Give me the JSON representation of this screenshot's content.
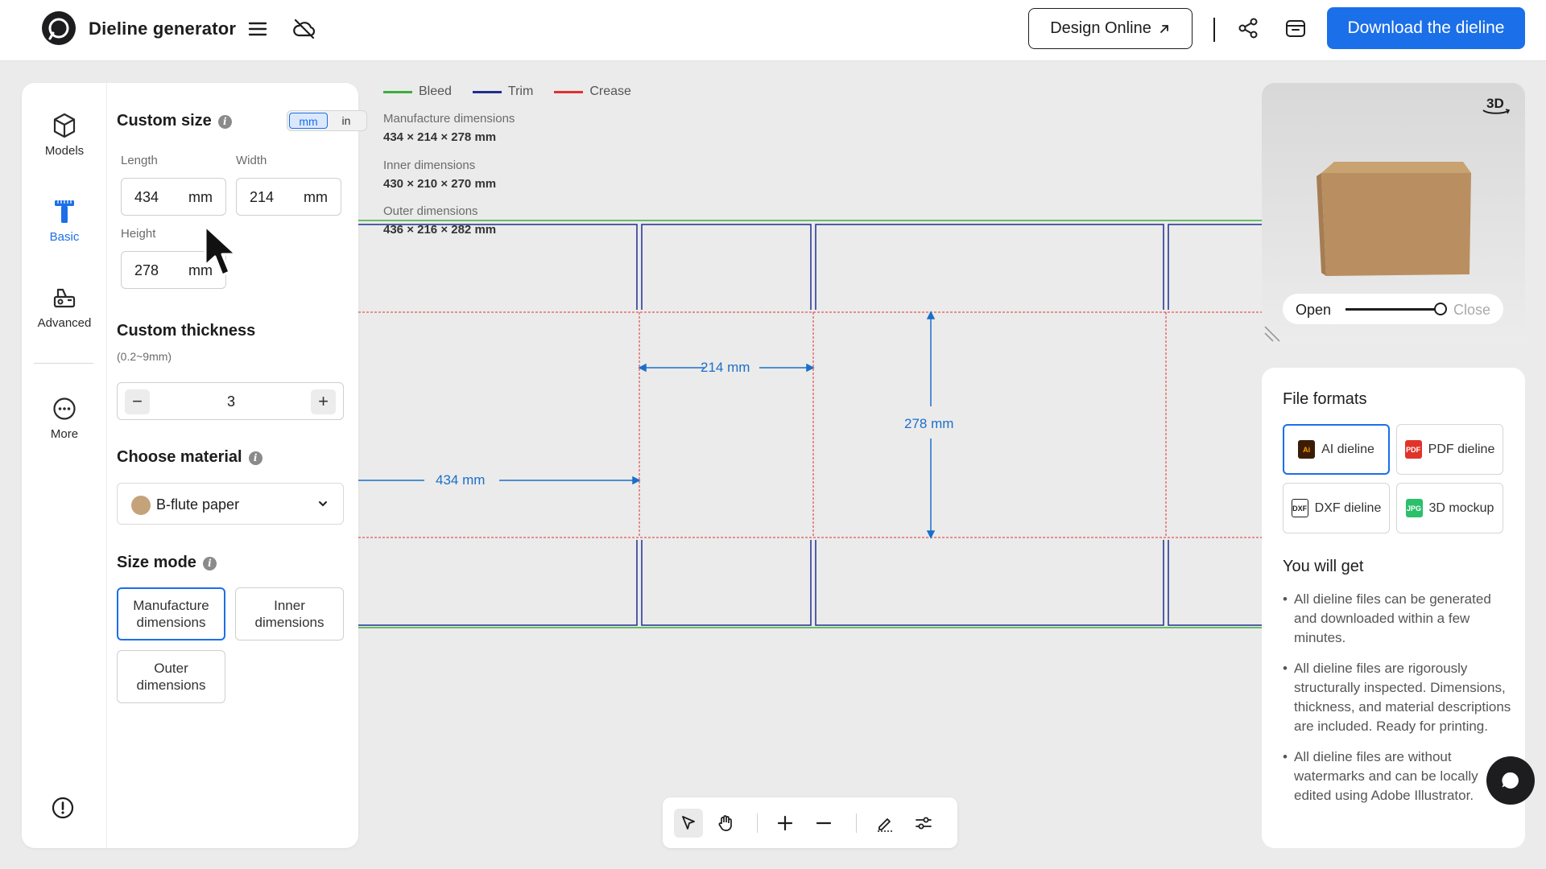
{
  "header": {
    "title": "Dieline generator",
    "design_online": "Design Online",
    "download": "Download the dieline"
  },
  "nav": {
    "items": [
      {
        "label": "Models",
        "icon": "cube-icon"
      },
      {
        "label": "Basic",
        "icon": "ruler-icon",
        "active": true
      },
      {
        "label": "Advanced",
        "icon": "tools-icon"
      },
      {
        "label": "More",
        "icon": "more-icon"
      }
    ]
  },
  "custom_size": {
    "title": "Custom size",
    "units": [
      "mm",
      "in"
    ],
    "active_unit": "mm",
    "length_label": "Length",
    "length_value": "434",
    "length_unit": "mm",
    "width_label": "Width",
    "width_value": "214",
    "width_unit": "mm",
    "height_label": "Height",
    "height_value": "278",
    "height_unit": "mm"
  },
  "thickness": {
    "title": "Custom thickness",
    "range": "(0.2~9mm)",
    "value": "3",
    "minus": "−",
    "plus": "+"
  },
  "material": {
    "title": "Choose material",
    "selected": "B-flute paper",
    "swatch_color": "#c4a37a"
  },
  "size_mode": {
    "title": "Size mode",
    "options": [
      "Manufacture dimensions",
      "Inner dimensions",
      "Outer dimensions"
    ],
    "selected": "Manufacture dimensions"
  },
  "legend": {
    "bleed": "Bleed",
    "trim": "Trim",
    "crease": "Crease",
    "bleed_color": "#3cae3c",
    "trim_color": "#1f2f8f",
    "crease_color": "#e03030"
  },
  "dimensions": {
    "manufacture_label": "Manufacture dimensions",
    "manufacture_value": "434 × 214 × 278 mm",
    "inner_label": "Inner dimensions",
    "inner_value": "430 × 210 × 270 mm",
    "outer_label": "Outer dimensions",
    "outer_value": "436 × 216 × 282 mm"
  },
  "dieline": {
    "length_label": "434 mm",
    "width_label": "214 mm",
    "height_label": "278 mm",
    "dimension_color": "#1b6fc8"
  },
  "preview": {
    "badge": "3D",
    "open": "Open",
    "close": "Close",
    "box_color": "#b98f62"
  },
  "formats": {
    "title": "File formats",
    "items": [
      {
        "label": "AI dieline",
        "icon": "ai-file-icon",
        "selected": true
      },
      {
        "label": "PDF dieline",
        "icon": "pdf-file-icon"
      },
      {
        "label": "DXF dieline",
        "icon": "dxf-file-icon"
      },
      {
        "label": "3D mockup",
        "icon": "jpg-file-icon"
      }
    ],
    "you_get_title": "You will get",
    "bullets": [
      "All dieline files can be generated and downloaded within a few minutes.",
      "All dieline files are rigorously structurally inspected. Dimensions, thickness, and material descriptions are included. Ready for printing.",
      "All dieline files are without watermarks and can be locally edited using Adobe Illustrator."
    ]
  },
  "colors": {
    "accent": "#1b6fe8",
    "dark": "#1d1d1f"
  }
}
